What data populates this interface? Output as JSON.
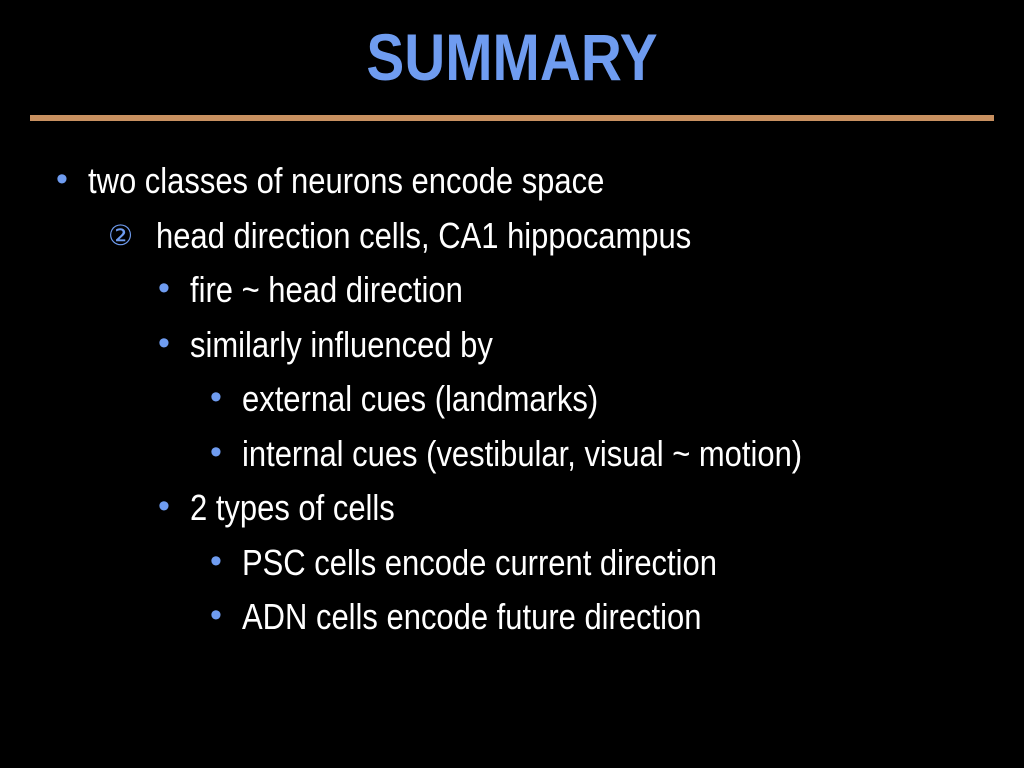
{
  "slide": {
    "title": "SUMMARY",
    "colors": {
      "background": "#000000",
      "title": "#6f9cf0",
      "rule": "#c89060",
      "bullet": "#6f9cf0",
      "text": "#ffffff"
    },
    "bullet_glyph": "•",
    "items": [
      {
        "level": 1,
        "marker": "•",
        "text": "two classes of neurons encode space"
      },
      {
        "level": 2,
        "marker": "②",
        "text": "head direction cells, CA1 hippocampus"
      },
      {
        "level": 3,
        "marker": "•",
        "text": "fire ~ head direction"
      },
      {
        "level": 3,
        "marker": "•",
        "text": "similarly influenced by"
      },
      {
        "level": 4,
        "marker": "•",
        "text": "external cues (landmarks)"
      },
      {
        "level": 4,
        "marker": "•",
        "text": "internal cues (vestibular, visual ~ motion)"
      },
      {
        "level": 3,
        "marker": "•",
        "text": "2 types of cells"
      },
      {
        "level": 4,
        "marker": "•",
        "text": "PSC cells encode current direction"
      },
      {
        "level": 4,
        "marker": "•",
        "text": "ADN cells encode future direction"
      }
    ]
  }
}
